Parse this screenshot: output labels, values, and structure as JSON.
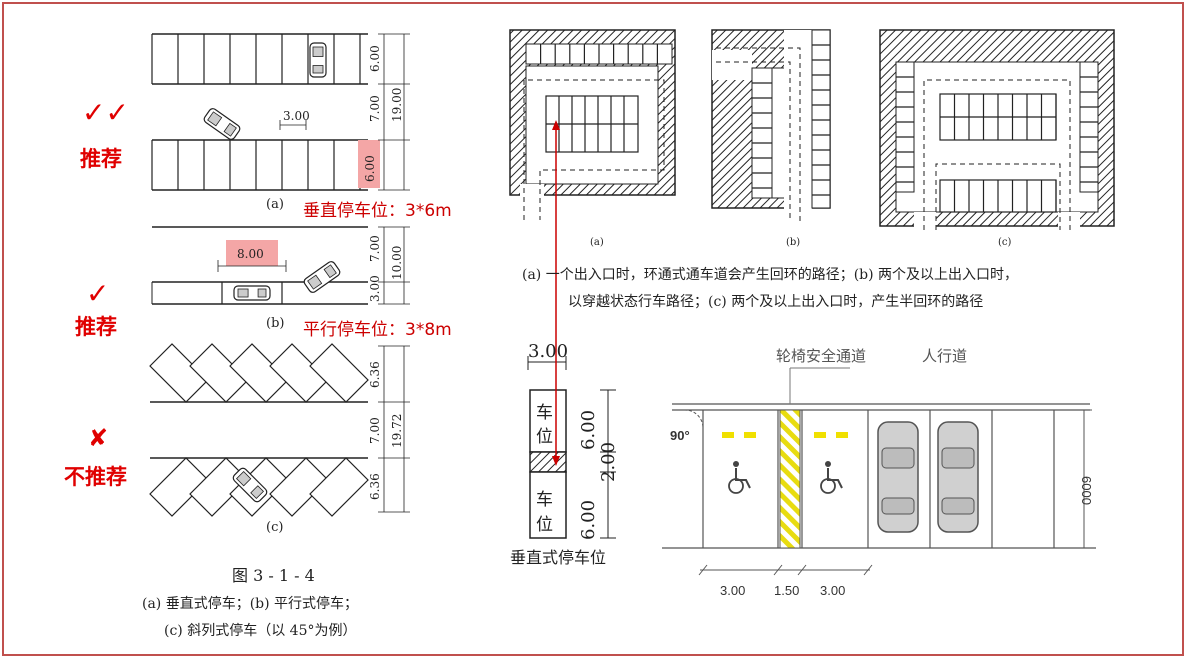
{
  "left_panel": {
    "rec1_mark": "✓✓",
    "rec1_text": "推荐",
    "rec2_mark": "✓",
    "rec2_text": "推荐",
    "rec3_mark": "✘",
    "rec3_text": "不推荐",
    "label_a": "(a)",
    "label_b": "(b)",
    "label_c": "(c)",
    "dim_a_top": "6.00",
    "dim_a_mid": "7.00",
    "dim_a_total": "19.00",
    "dim_a_bottom": "6.00",
    "dim_a_width": "3.00",
    "dim_b_top": "7.00",
    "dim_b_total": "10.00",
    "dim_b_bottom": "3.00",
    "dim_b_width": "8.00",
    "dim_c_top": "6.36",
    "dim_c_mid": "7.00",
    "dim_c_total": "19.72",
    "dim_c_bottom": "6.36",
    "vertical_note": "垂直停车位：3*6m",
    "parallel_note": "平行停车位：3*8m",
    "figure_title": "图 3 - 1 - 4",
    "caption_line1": "(a) 垂直式停车；(b) 平行式停车；",
    "caption_line2": "(c) 斜列式停车（以 45°为例）"
  },
  "top_right": {
    "label_a": "(a)",
    "label_b": "(b)",
    "label_c": "(c)",
    "caption_line1": "(a) 一个出入口时，环通式通车道会产生回环的路径；(b) 两个及以上出入口时，",
    "caption_line2": "以穿越状态行车路径；(c) 两个及以上出入口时，产生半回环的路径"
  },
  "stall_detail": {
    "width": "3.00",
    "stall_text_1": "车",
    "stall_text_2": "位",
    "stall_text_3": "车",
    "stall_text_4": "位",
    "depth_1": "6.00",
    "gap": "2.00",
    "depth_2": "6.00",
    "caption": "垂直式停车位"
  },
  "accessible": {
    "wheelchair_label": "轮椅安全通道",
    "sidewalk_label": "人行道",
    "angle": "90°",
    "depth": "6000",
    "dim_1": "3.00",
    "dim_2": "1.50",
    "dim_3": "3.00"
  },
  "colors": {
    "frame": "#c0504d",
    "red_text": "#e00000",
    "highlight": "#f4a6a6",
    "hatch_yellow": "#f0e000",
    "connector": "#cc0000"
  }
}
